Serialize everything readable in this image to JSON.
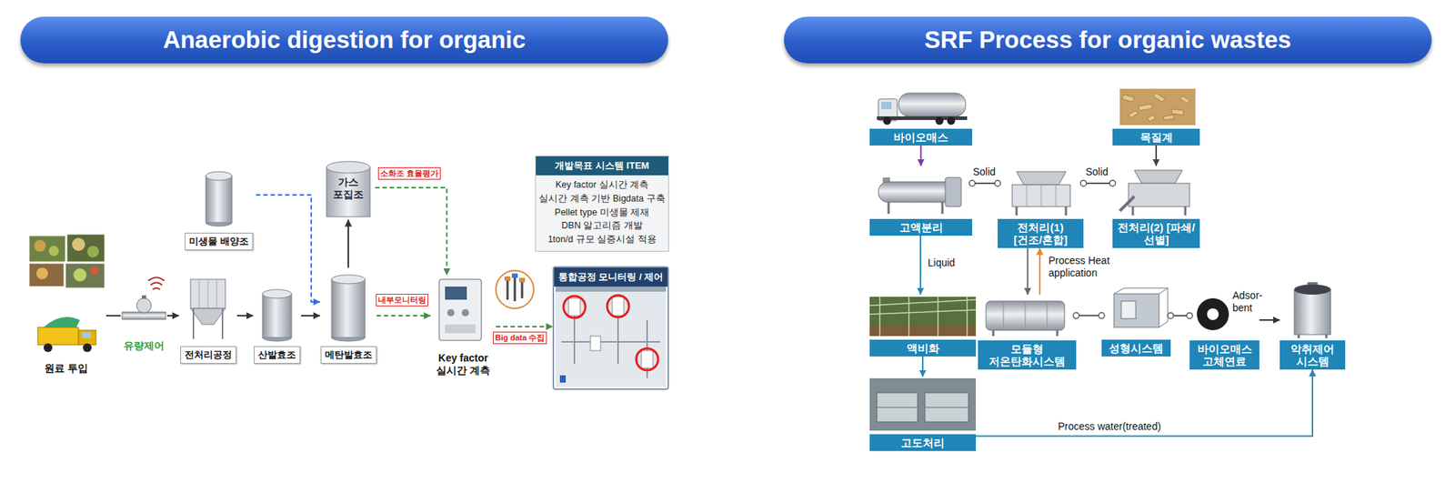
{
  "diagram": {
    "nodes": [
      {
        "text": [
          "Anaerobic digestion for organic"
        ]
      },
      {
        "text": [
          "원료 투입"
        ]
      },
      {
        "text": [
          "유량제어"
        ]
      },
      {
        "text": [
          "전처리공정"
        ]
      },
      {
        "text": [
          "산발효조"
        ]
      },
      {
        "text": [
          "메탄발효조"
        ]
      },
      {
        "text": [
          "미생물 배양조"
        ]
      },
      {
        "text": [
          "가스 포집조"
        ]
      },
      {
        "text": [
          "Key factor 실시간 계측"
        ]
      },
      {
        "text": [
          "통합공정 모니터링 / 제어"
        ]
      },
      {
        "text": [
          "개발목표 시스템 ITEM",
          "Key factor 실시간 계측",
          "실시간 계측 기반 Bigdata 구축",
          "Pellet type 미생물 제재",
          "DBN 알고리즘 개발",
          "1ton/d 규모 실증시설 적용"
        ]
      },
      {
        "text": [
          "SRF Process for organic wastes"
        ]
      },
      {
        "text": [
          "바이오매스"
        ]
      },
      {
        "text": [
          "목질계"
        ]
      },
      {
        "text": [
          "고액분리"
        ]
      },
      {
        "text": [
          "전처리(1) [건조/혼합]"
        ]
      },
      {
        "text": [
          "전처리(2) [파쇄/선별]"
        ]
      },
      {
        "text": [
          "액비화"
        ]
      },
      {
        "text": [
          "모듈형 저온탄화시스템"
        ]
      },
      {
        "text": [
          "성형시스템"
        ]
      },
      {
        "text": [
          "바이오매스 고체연료"
        ]
      },
      {
        "text": [
          "악취제어 시스템"
        ]
      },
      {
        "text": [
          "고도처리"
        ]
      }
    ],
    "edges": [
      {
        "from": 1,
        "to": 2,
        "arrow": "none"
      },
      {
        "from": 2,
        "to": 3,
        "arrow": "to"
      },
      {
        "from": 3,
        "to": 4,
        "arrow": "to"
      },
      {
        "from": 4,
        "to": 5,
        "arrow": "to"
      },
      {
        "from": 6,
        "to": 5,
        "arrow": "to"
      },
      {
        "from": 5,
        "to": 7,
        "arrow": "to"
      },
      {
        "from": 7,
        "to": 8,
        "arrow": "to",
        "label": "소화조 효율평가"
      },
      {
        "from": 5,
        "to": 8,
        "arrow": "to",
        "label": "내부모니터링"
      },
      {
        "from": 8,
        "to": 9,
        "arrow": "to",
        "label": "Big data 수집"
      },
      {
        "from": 12,
        "to": 14,
        "arrow": "to"
      },
      {
        "from": 14,
        "to": 15,
        "arrow": "none",
        "label": "Solid"
      },
      {
        "from": 16,
        "to": 15,
        "arrow": "none",
        "label": "Solid"
      },
      {
        "from": 13,
        "to": 16,
        "arrow": "to"
      },
      {
        "from": 14,
        "to": 17,
        "arrow": "to",
        "label": "Liquid"
      },
      {
        "from": 17,
        "to": 22,
        "arrow": "to"
      },
      {
        "from": 15,
        "to": 18,
        "arrow": "to"
      },
      {
        "from": 18,
        "to": 15,
        "arrow": "to",
        "label": "Process Heat application"
      },
      {
        "from": 18,
        "to": 19,
        "arrow": "none"
      },
      {
        "from": 19,
        "to": 20,
        "arrow": "none"
      },
      {
        "from": 20,
        "to": 21,
        "arrow": "to",
        "label": "Adsor- bent"
      },
      {
        "from": 22,
        "to": 21,
        "arrow": "to",
        "label": "Process water(treated)"
      }
    ]
  }
}
